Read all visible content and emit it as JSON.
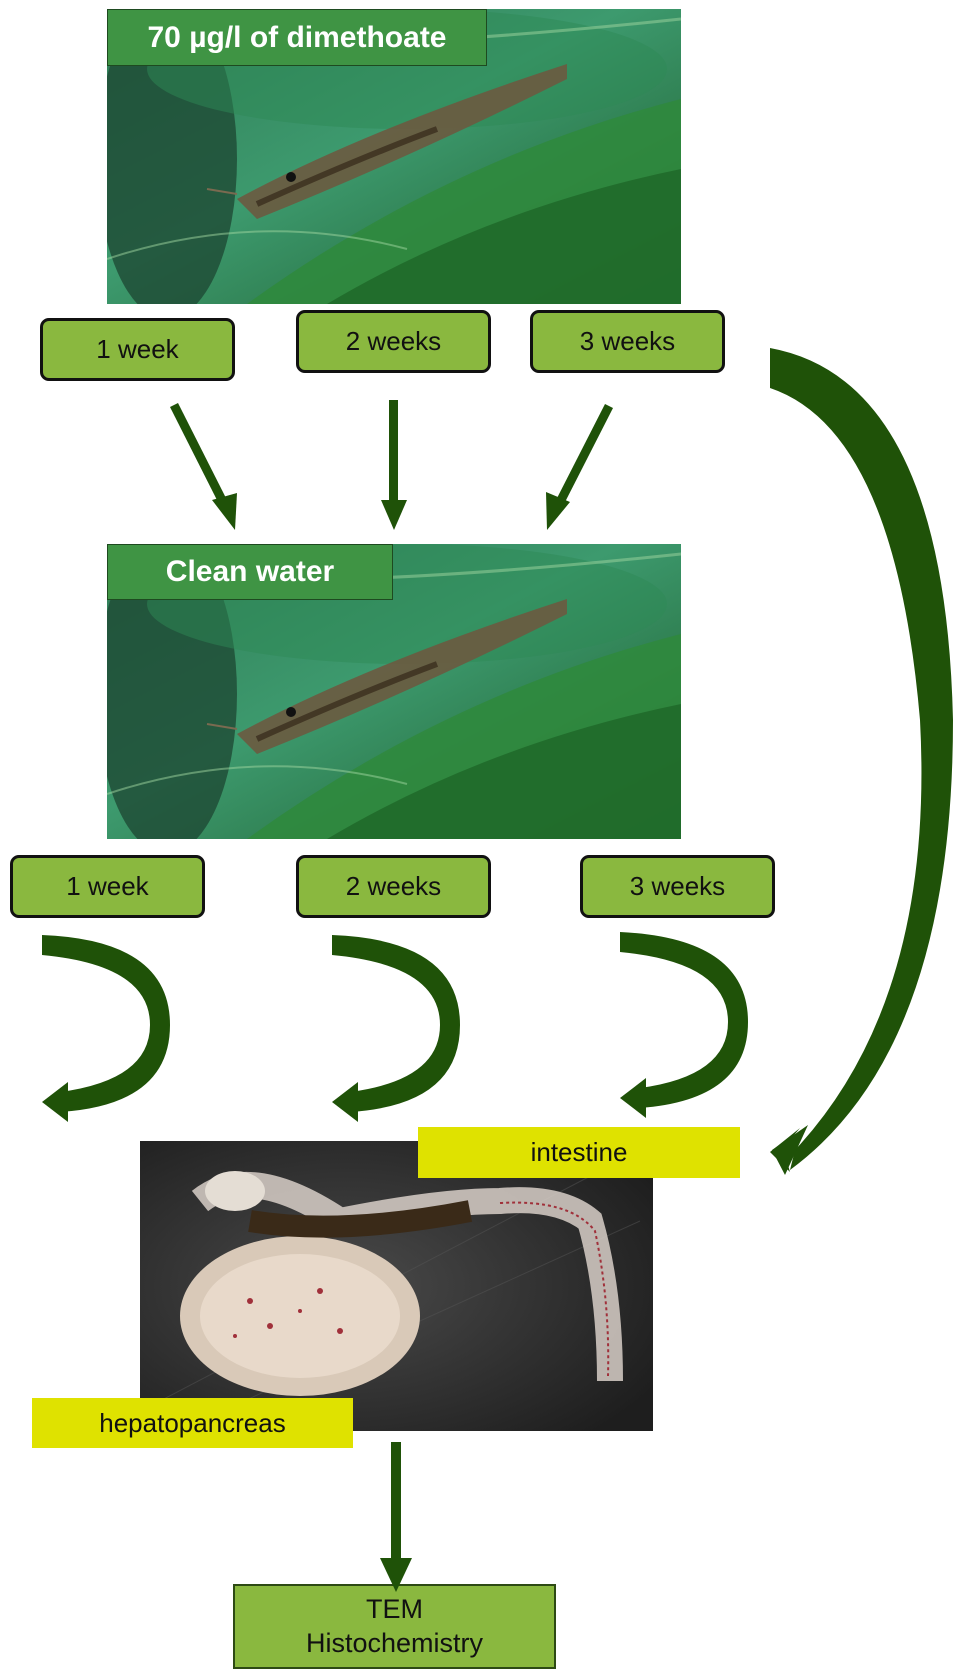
{
  "exposure": {
    "label": "70 µg/l of dimethoate",
    "durations": [
      "1 week",
      "2 weeks",
      "3 weeks"
    ]
  },
  "recovery": {
    "label": "Clean water",
    "durations": [
      "1 week",
      "2 weeks",
      "3 weeks"
    ]
  },
  "organs": {
    "intestine": "intestine",
    "hepatopancreas": "hepatopancreas"
  },
  "analysis": {
    "line1": "TEM",
    "line2": "Histochemistry"
  },
  "colors": {
    "arrow": "#1f5208",
    "pill": "#8ab83f",
    "title_bg": "#3f9444",
    "organ_label": "#dfe200"
  }
}
